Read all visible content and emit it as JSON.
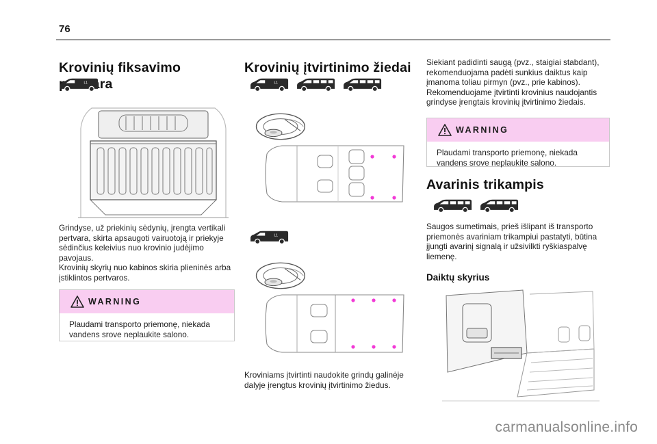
{
  "page": {
    "number": "76"
  },
  "left": {
    "title": "Krovinių fiksavimo pertvara",
    "paragraphs": [
      "Grindyse, už priekinių sėdynių, įrengta vertikali pertvara, skirta apsaugoti vairuotoją ir priekyje sėdinčius keleivius nuo krovinio judėjimo pavojaus.",
      "Krovinių skyrių nuo kabinos skiria plieninės arba įstiklintos pertvaros."
    ],
    "warning": {
      "title": "WARNING",
      "text": "Plaudami transporto priemonę, niekada vandens srove neplaukite salono."
    }
  },
  "middle": {
    "title": "Krovinių įtvirtinimo žiedai",
    "caption": "Kroviniams įtvirtinti naudokite grindų galinėje dalyje įrengtus krovinių įtvirtinimo žiedus."
  },
  "right": {
    "intro": "Siekiant padidinti saugą (pvz., staigiai stabdant), rekomenduojama padėti sunkius daiktus kaip įmanoma toliau pirmyn (pvz., prie kabinos). Rekomenduojame įtvirtinti krovinius naudojantis grindyse įrengtais krovinių įtvirtinimo žiedais.",
    "warning": {
      "title": "WARNING",
      "text": "Plaudami transporto priemonę, niekada vandens srove neplaukite salono."
    },
    "triangle_title": "Avarinis trikampis",
    "triangle_text": "Saugos sumetimais, prieš išlipant iš transporto priemonės avariniam trikampiui pastatyti, būtina įjungti avarinį signalą ir užsivilkti ryškiaspalvę liemenę.",
    "storage_title": "Daiktų skyrius"
  },
  "colors": {
    "warning_header": "#f9cdf1",
    "ring_marker": "#f23ad6",
    "rule": "#9a9a9a"
  },
  "footer": {
    "watermark": "carmanualsonline.info"
  }
}
